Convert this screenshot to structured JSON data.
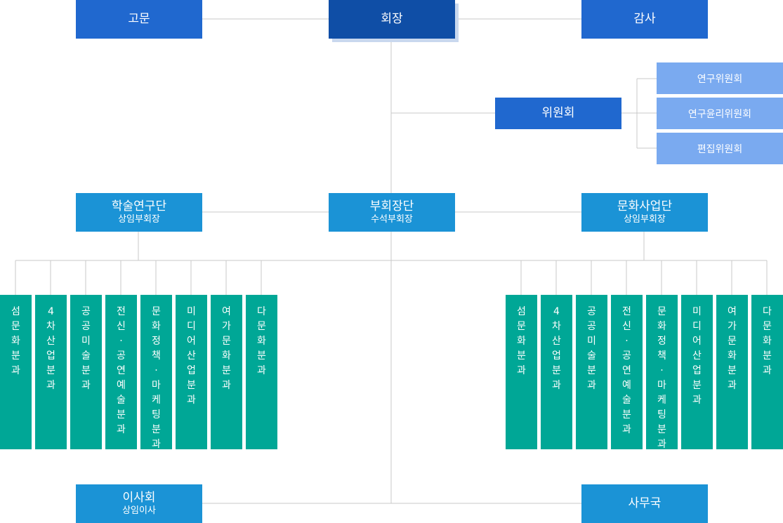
{
  "top": {
    "advisor": "고문",
    "chairman": "회장",
    "auditor": "감사"
  },
  "committee": {
    "label": "위원회",
    "items": [
      "연구위원회",
      "연구윤리위원회",
      "편집위원회"
    ]
  },
  "groups": {
    "academic": {
      "title": "학술연구단",
      "sub": "상임부회장"
    },
    "vice": {
      "title": "부회장단",
      "sub": "수석부회장"
    },
    "culture": {
      "title": "문화사업단",
      "sub": "상임부회장"
    }
  },
  "divisions_left": [
    "섬문화분과",
    "4차산업분과",
    "공공미술분과",
    "전신·공연예술분과",
    "문화정책·마케팅분과",
    "미디어산업분과",
    "여가문화분과",
    "다문화분과"
  ],
  "divisions_right": [
    "섬문화분과",
    "4차산업분과",
    "공공미술분과",
    "전신·공연예술분과",
    "문화정책·마케팅분과",
    "미디어산업분과",
    "여가문화분과",
    "다문화분과"
  ],
  "bottom": {
    "board": {
      "title": "이사회",
      "sub": "상임이사"
    },
    "secretariat": "사무국"
  },
  "colors": {
    "line": "#c8c8c8",
    "top_box": "#2068cf",
    "chairman": "#0f4ea6",
    "committee_item": "#7aaaf0",
    "group_box": "#1b93d6",
    "division": "#00a796"
  }
}
